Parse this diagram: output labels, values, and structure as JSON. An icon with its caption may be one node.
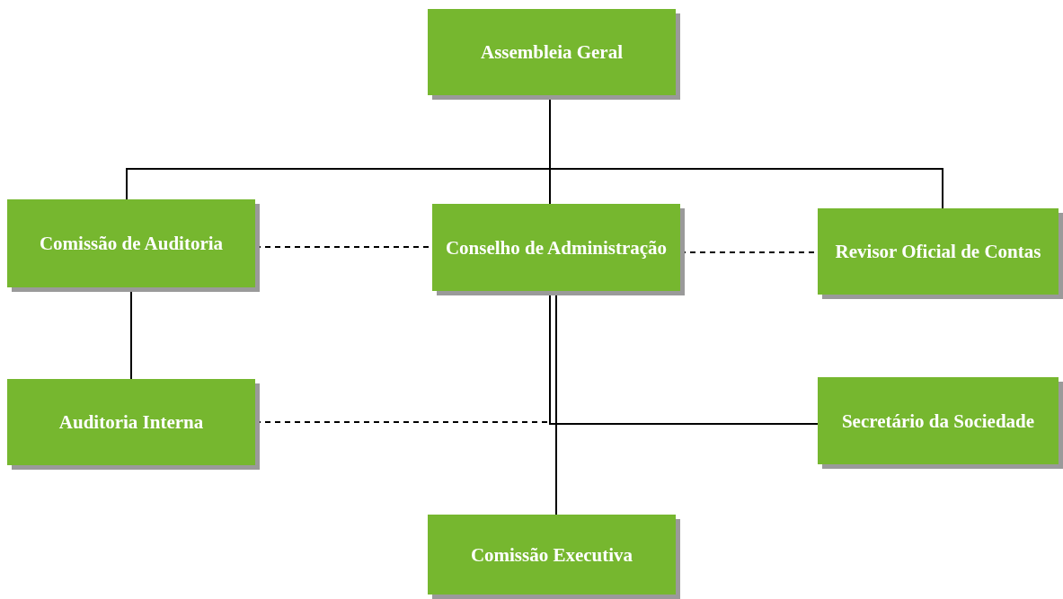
{
  "diagram": {
    "nodes": [
      {
        "text": [
          "Assembleia Geral"
        ]
      },
      {
        "text": [
          "Comissão de Auditoria"
        ]
      },
      {
        "text": [
          "Conselho de Administração"
        ]
      },
      {
        "text": [
          "Revisor Oficial de Contas"
        ]
      },
      {
        "text": [
          "Auditoria Interna"
        ]
      },
      {
        "text": [
          "Secretário da Sociedade"
        ]
      },
      {
        "text": [
          "Comissão Executiva"
        ]
      }
    ],
    "edges": [
      {
        "from": 0,
        "to": 1,
        "arrow": "none"
      },
      {
        "from": 0,
        "to": 2,
        "arrow": "none"
      },
      {
        "from": 0,
        "to": 3,
        "arrow": "none"
      },
      {
        "from": 1,
        "to": 2,
        "arrow": "none",
        "style": "dashed"
      },
      {
        "from": 2,
        "to": 3,
        "arrow": "none",
        "style": "dashed"
      },
      {
        "from": 1,
        "to": 4,
        "arrow": "none"
      },
      {
        "from": 4,
        "to": 2,
        "arrow": "none",
        "style": "dashed"
      },
      {
        "from": 2,
        "to": 5,
        "arrow": "none"
      },
      {
        "from": 2,
        "to": 6,
        "arrow": "none"
      }
    ]
  }
}
